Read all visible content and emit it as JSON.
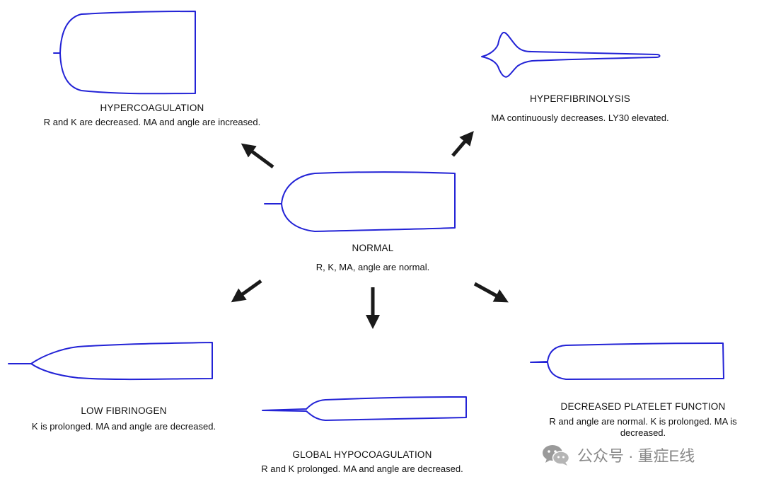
{
  "colors": {
    "curve": "#2323d6",
    "arrow": "#1a1a1a",
    "text": "#111111",
    "watermark": "#8a8a8a"
  },
  "nodes": {
    "normal": {
      "title": "NORMAL",
      "description": "R, K, MA, angle are normal."
    },
    "hypercoagulation": {
      "title": "HYPERCOAGULATION",
      "description": "R and K are decreased. MA and angle are increased."
    },
    "hyperfibrinolysis": {
      "title": "HYPERFIBRINOLYSIS",
      "description": "MA continuously decreases. LY30 elevated."
    },
    "low_fibrinogen": {
      "title": "LOW FIBRINOGEN",
      "description": "K is prolonged. MA and angle are decreased."
    },
    "global_hypocoagulation": {
      "title": "GLOBAL HYPOCOAGULATION",
      "description": "R and K prolonged. MA and angle are decreased."
    },
    "decreased_platelet_function": {
      "title": "DECREASED PLATELET FUNCTION",
      "description": "R and angle are normal. K is prolonged. MA is decreased."
    }
  },
  "watermark": {
    "icon": "wechat-icon",
    "text": "公众号 · 重症E线"
  }
}
